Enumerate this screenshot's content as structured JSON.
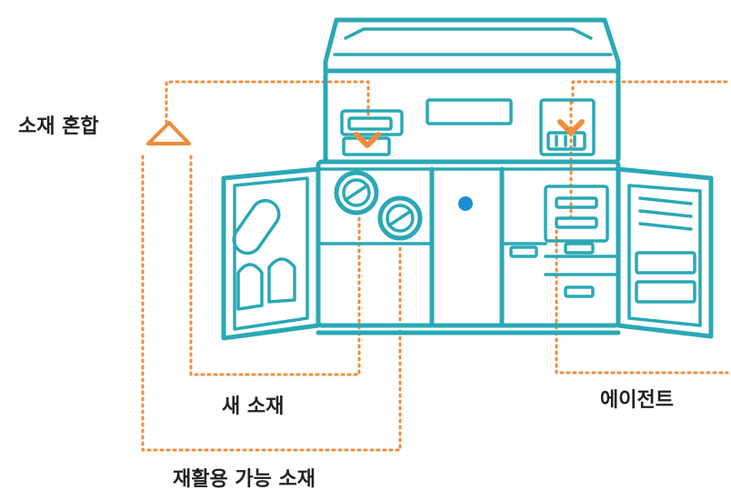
{
  "labels": {
    "material_mixing": "소재 혼합",
    "new_material": "새 소재",
    "agent": "에이전트",
    "recyclable_material": "재활용 가능 소재"
  },
  "colors": {
    "machine_outline": "#2aa8b5",
    "flow_line": "#f08c3a",
    "logo": "#1a8fd6",
    "text": "#222222"
  },
  "icons": {
    "logo": "hp-logo-icon",
    "mixer": "triangle-mixer-icon",
    "arrows": "chevron-down-icon"
  }
}
